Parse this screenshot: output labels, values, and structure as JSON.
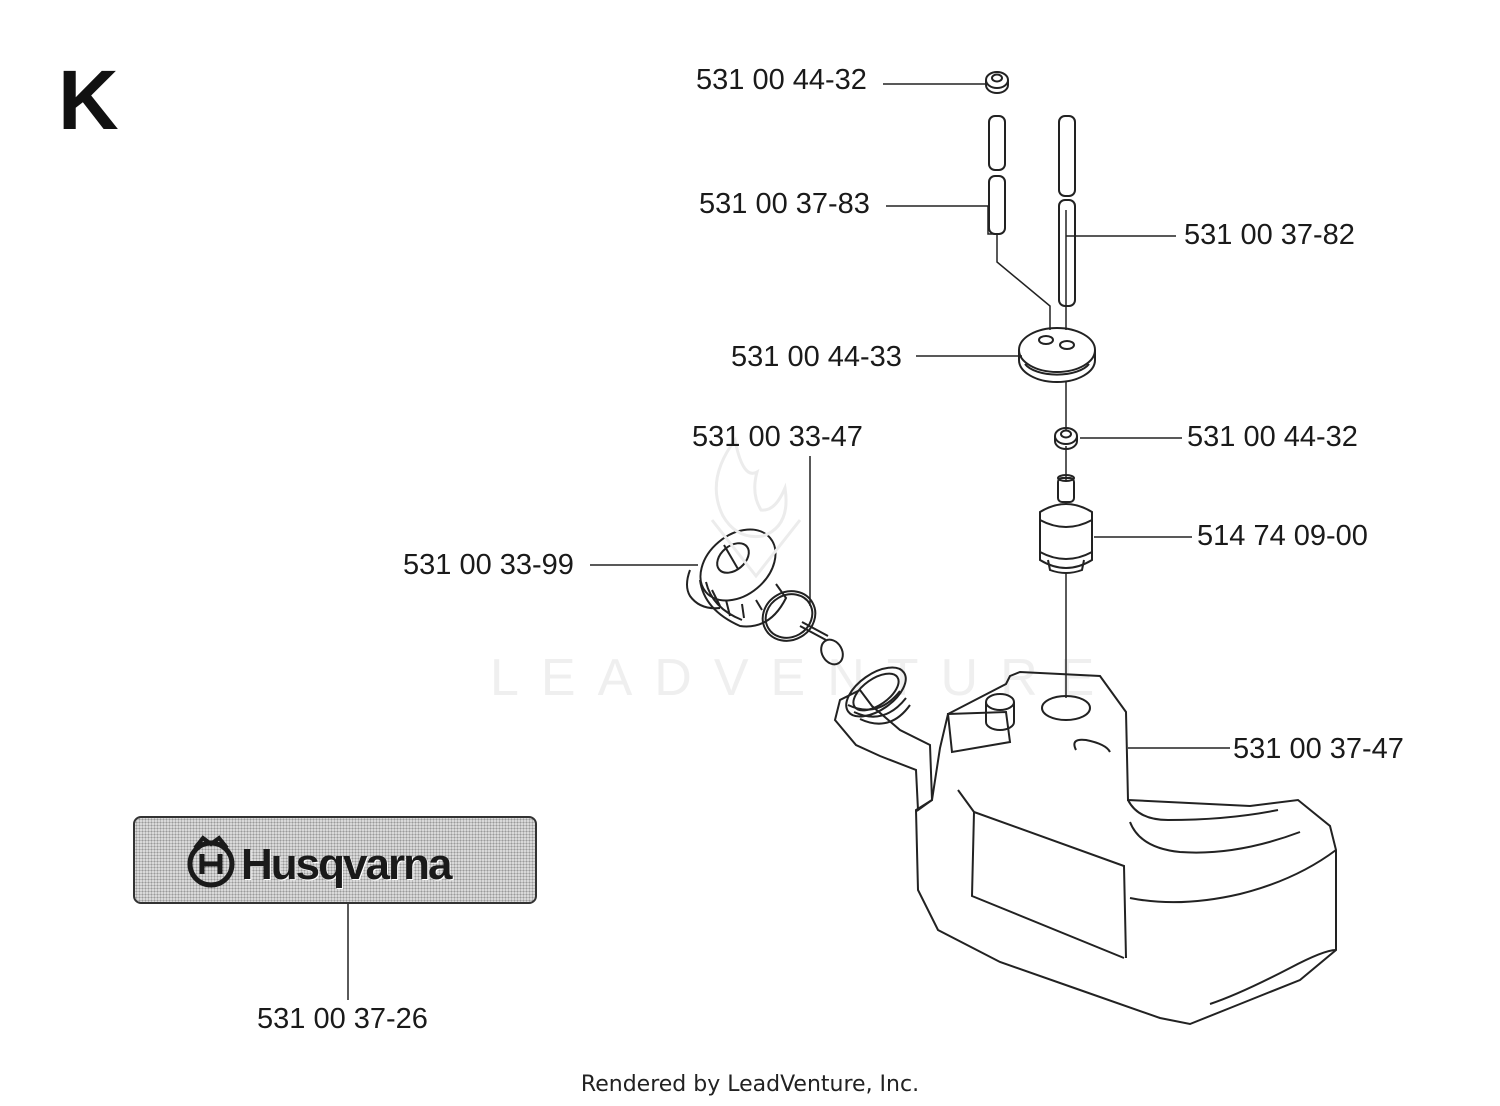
{
  "section": "K",
  "watermark": "LEADVENTURE",
  "brand": "Husqvarna",
  "footer": "Rendered by LeadVenture, Inc.",
  "colors": {
    "line": "#222222",
    "decal_fill": "#d9d9d9",
    "watermark": "#efefef"
  },
  "parts": [
    {
      "id": "washer-top",
      "number": "531 00 44-32"
    },
    {
      "id": "fuel-hose-left",
      "number": "531 00 37-83"
    },
    {
      "id": "fuel-hose-right",
      "number": "531 00 37-82"
    },
    {
      "id": "grommet",
      "number": "531 00 44-33"
    },
    {
      "id": "washer-lower",
      "number": "531 00 44-32"
    },
    {
      "id": "fuel-filter",
      "number": "514 74 09-00"
    },
    {
      "id": "gasket",
      "number": "531 00 33-47"
    },
    {
      "id": "fuel-cap",
      "number": "531 00 33-99"
    },
    {
      "id": "fuel-tank",
      "number": "531 00 37-47"
    },
    {
      "id": "decal",
      "number": "531 00 37-26"
    }
  ]
}
